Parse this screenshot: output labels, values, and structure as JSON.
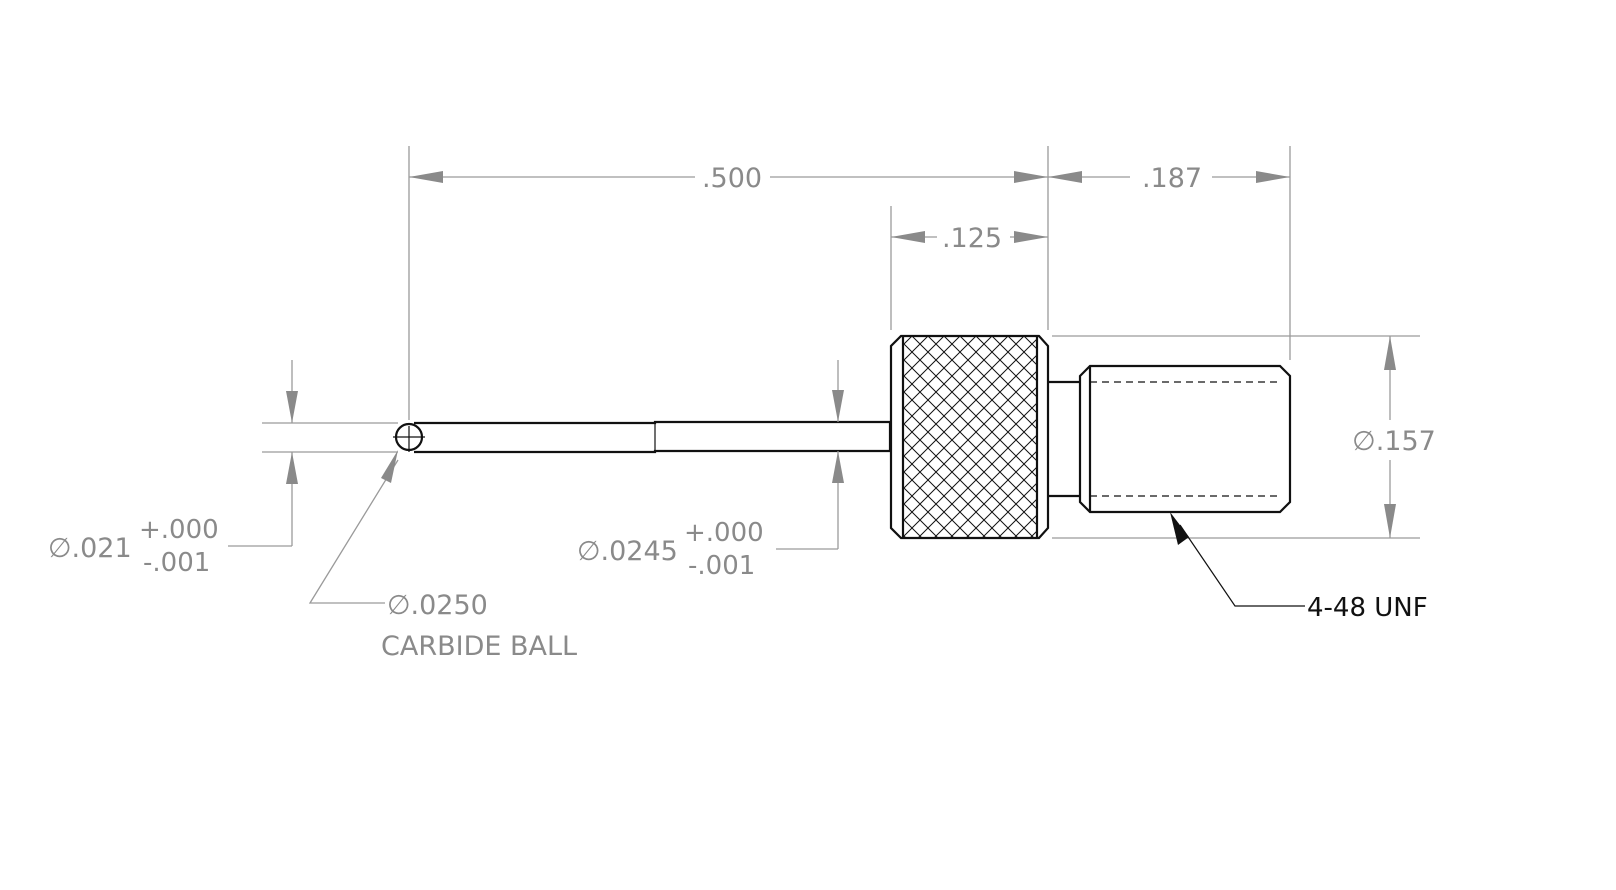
{
  "dimensions": {
    "overall_length": ".500",
    "thread_length": ".187",
    "knurl_length": ".125",
    "thread_diameter": "∅.157"
  },
  "tolerances": {
    "tip_diameter": {
      "nominal": "∅.021",
      "upper": "+.000",
      "lower": "-.001"
    },
    "stem_diameter": {
      "nominal": "∅.0245",
      "upper": "+.000",
      "lower": "-.001"
    }
  },
  "callouts": {
    "ball_size": "∅.0250",
    "ball_material": "CARBIDE BALL",
    "thread_spec": "4-48 UNF"
  },
  "colors": {
    "part_outline": "#111111",
    "dimension": "#8a8a8a"
  }
}
